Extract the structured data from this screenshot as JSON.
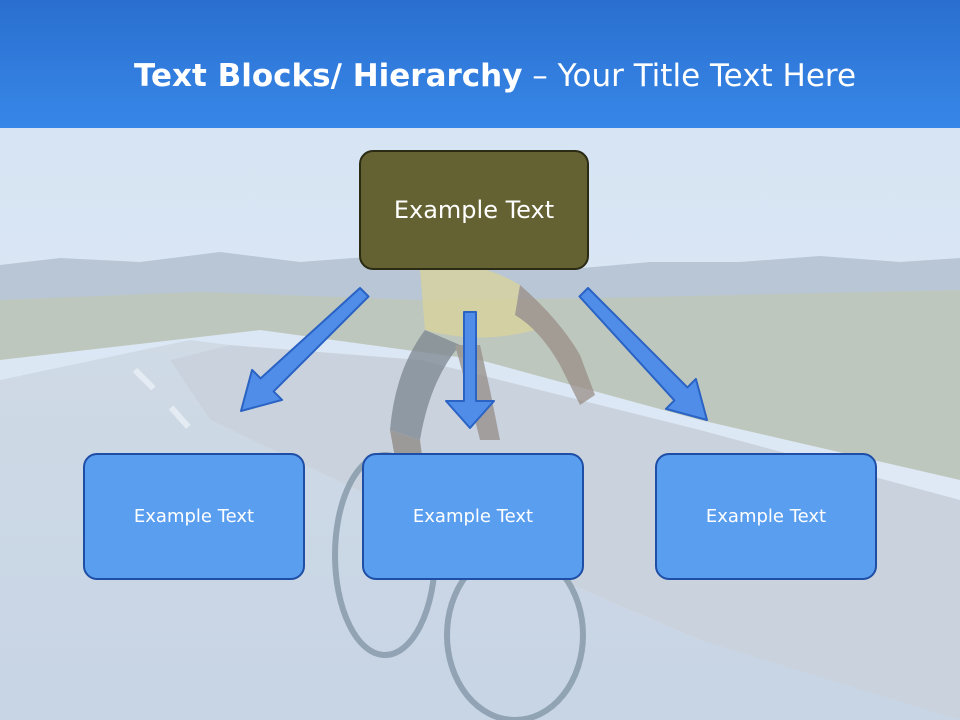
{
  "slide": {
    "title_bold": "Text Blocks/ Hierarchy",
    "title_sep": " – ",
    "title_rest": "Your Title Text Here"
  },
  "diagram": {
    "root": "Example Text",
    "children": [
      "Example Text",
      "Example Text",
      "Example Text"
    ]
  },
  "colors": {
    "header": "#2f7fe0",
    "root_fill": "#646232",
    "child_fill": "#5a9ef0",
    "child_border": "#1f4ea6",
    "arrow": "#4f8de8"
  }
}
